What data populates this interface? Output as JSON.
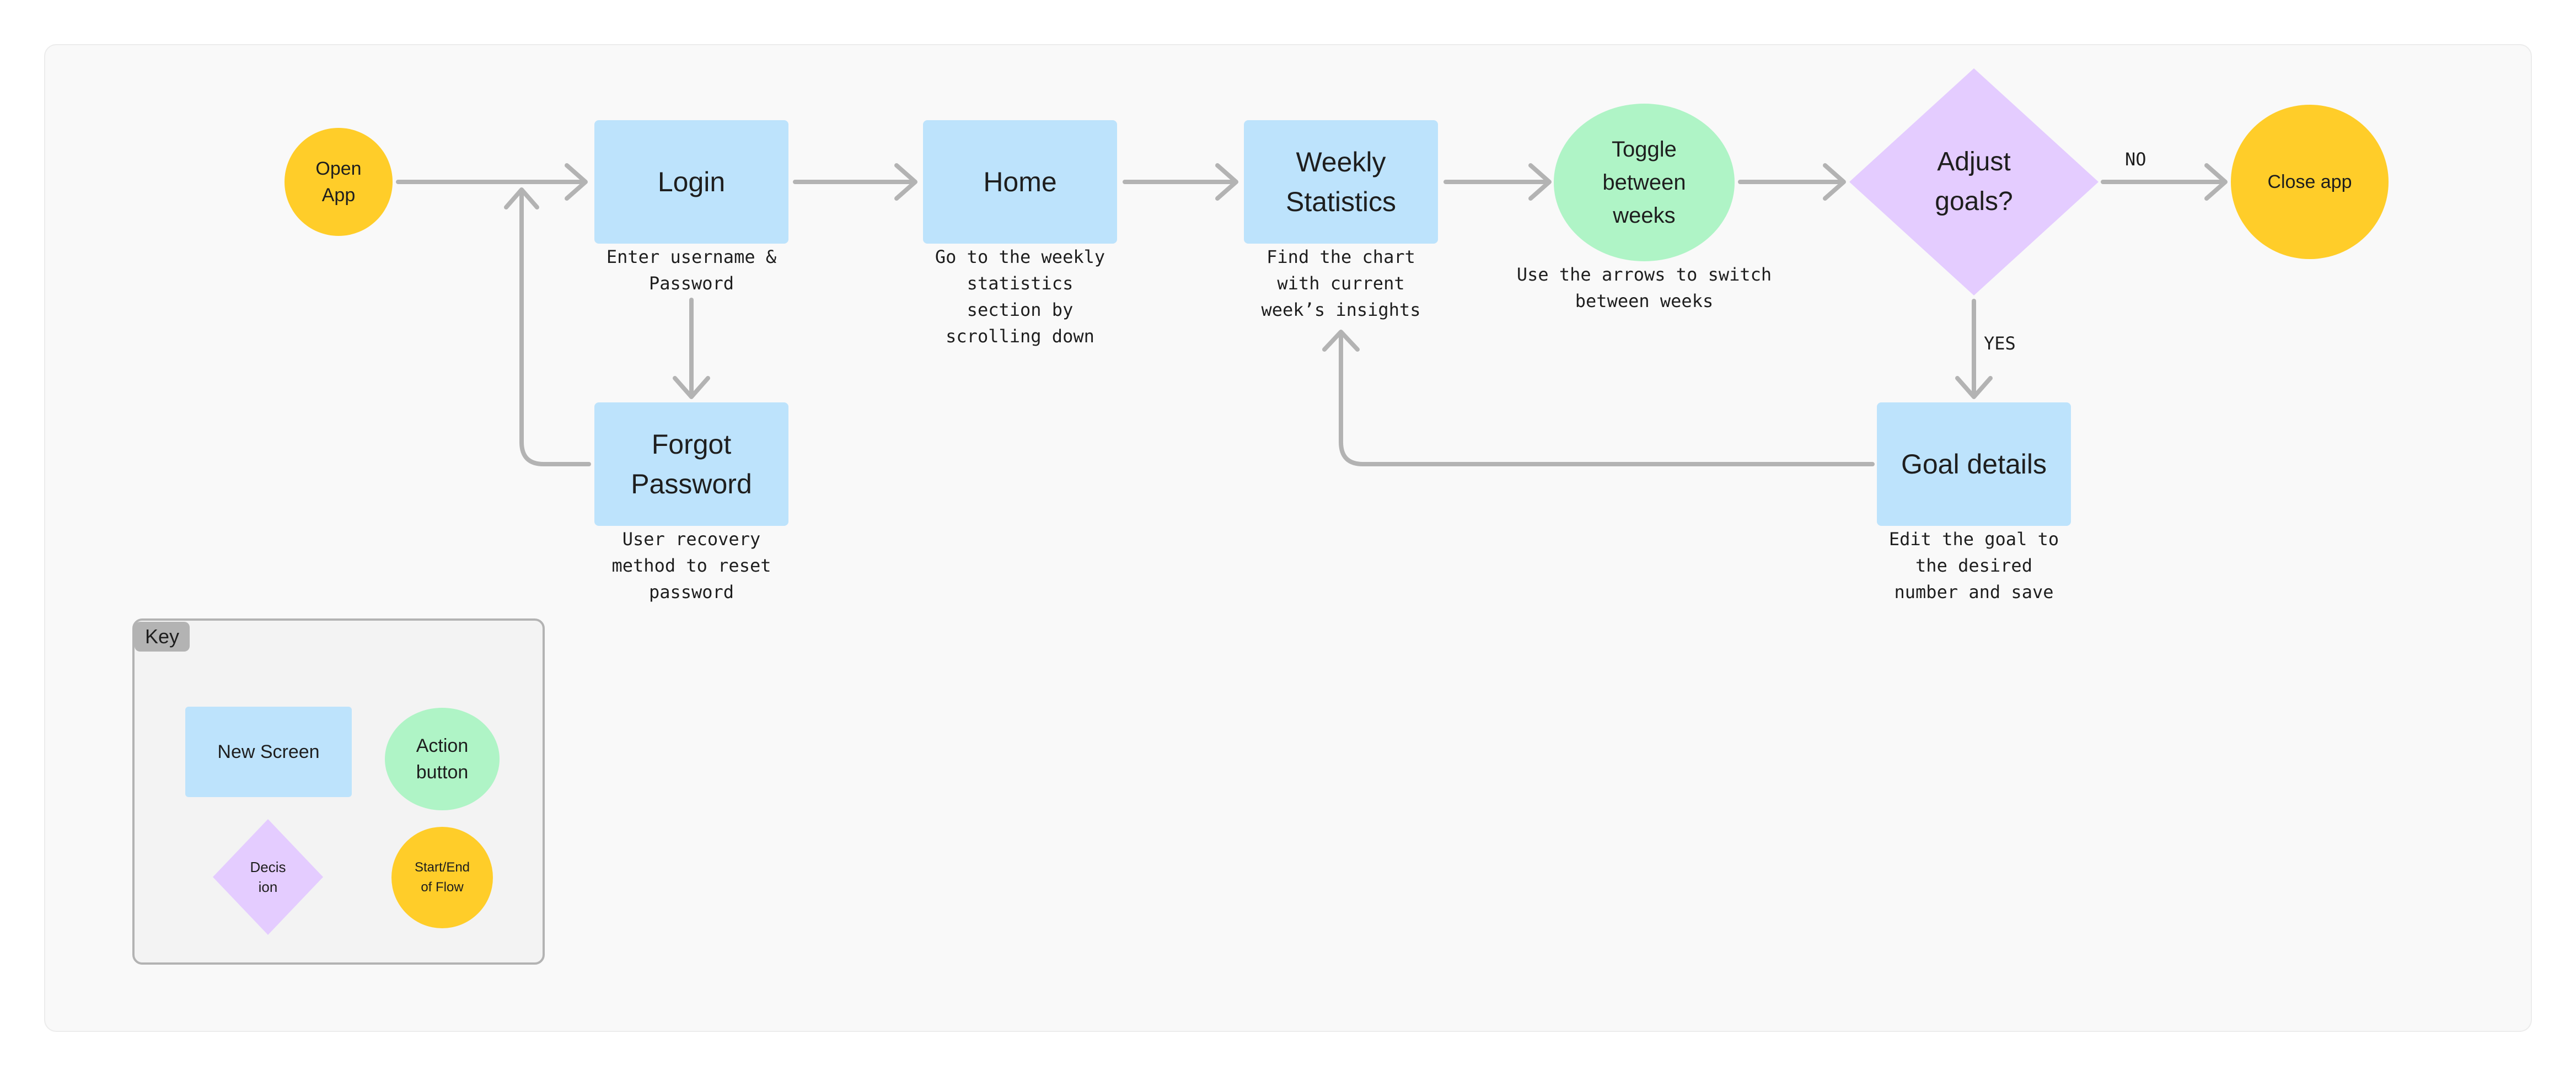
{
  "colors": {
    "screen": "#bde3fc",
    "action": "#aff4c6",
    "decision": "#e4ccff",
    "terminal": "#ffcd29",
    "connector": "#b3b3b3"
  },
  "nodes": {
    "open_app": "Open\nApp",
    "login": "Login",
    "home": "Home",
    "weekly_statistics": "Weekly\nStatistics",
    "toggle_weeks": "Toggle\nbetween\nweeks",
    "adjust_goals": "Adjust\ngoals?",
    "close_app": "Close app",
    "forgot_password": "Forgot\nPassword",
    "goal_details": "Goal details"
  },
  "notes": {
    "login": "Enter username &\nPassword",
    "home": "Go to the weekly\nstatistics\nsection by\nscrolling down",
    "weekly_statistics": "Find the chart\nwith current\nweek’s insights",
    "toggle_weeks": "Use the arrows to switch\nbetween weeks",
    "forgot_password": "User recovery\nmethod to reset\npassword",
    "goal_details": "Edit the goal to\nthe desired\nnumber and save"
  },
  "edge_labels": {
    "no": "NO",
    "yes": "YES"
  },
  "key": {
    "title": "Key",
    "new_screen": "New Screen",
    "action_button": "Action\nbutton",
    "decision": "Decis\nion",
    "start_end": "Start/End\nof Flow"
  }
}
